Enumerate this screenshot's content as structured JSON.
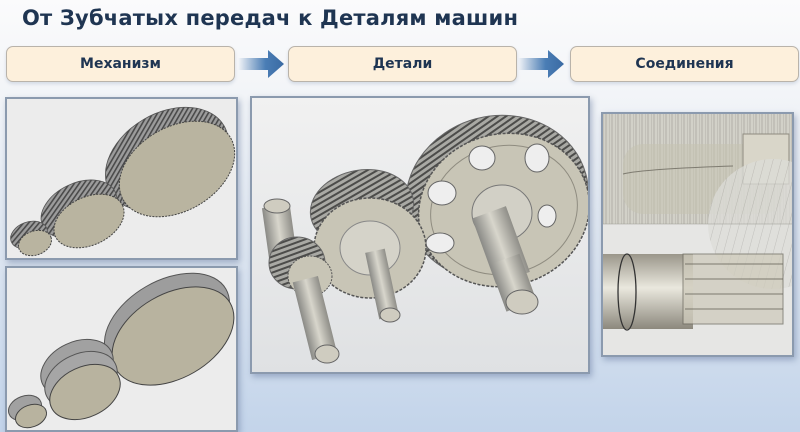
{
  "title": "От Зубчатых передач к Деталям машин",
  "stages": [
    {
      "label": "Механизм"
    },
    {
      "label": "Детали"
    },
    {
      "label": "Соединения"
    }
  ],
  "arrows": [
    {
      "icon": "arrow-right-icon"
    },
    {
      "icon": "arrow-right-icon"
    }
  ],
  "panels": {
    "mechanism_gears": {
      "content": "helical-gear-train-render"
    },
    "mechanism_cylinders": {
      "content": "simplified-cylinder-model-render"
    },
    "parts": {
      "content": "gears-with-shafts-render"
    },
    "connections": {
      "content": "transparent-spline-connection-render"
    }
  },
  "colors": {
    "title": "#1f3552",
    "stage_fill": "#fdf0dc",
    "arrow": "#3f73ad",
    "background_bottom": "#c3d4ea",
    "part_face": "#b8b39f",
    "part_side": "#8e8e8e"
  }
}
